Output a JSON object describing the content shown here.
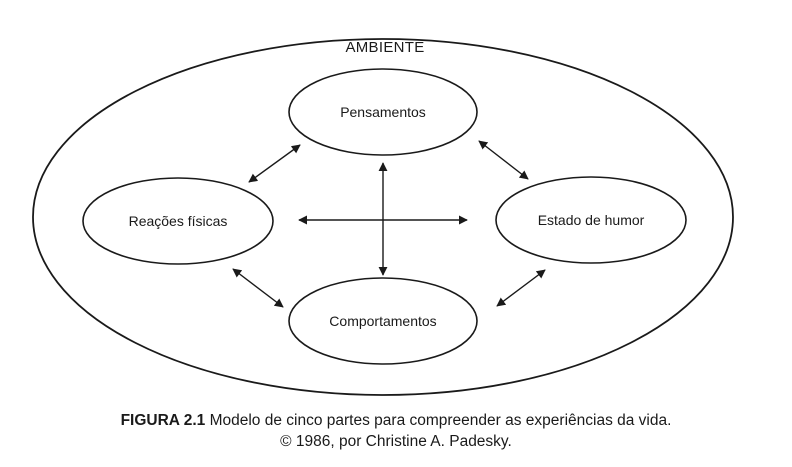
{
  "diagram": {
    "environment_label": "AMBIENTE",
    "nodes": {
      "thoughts": "Pensamentos",
      "physical_reactions": "Reações físicas",
      "mood": "Estado de humor",
      "behaviors": "Comportamentos"
    }
  },
  "caption": {
    "figure_number": "FIGURA 2.1",
    "title": "Modelo de cinco partes para compreender as experiências da vida.",
    "credit": "© 1986, por Christine A. Padesky."
  }
}
